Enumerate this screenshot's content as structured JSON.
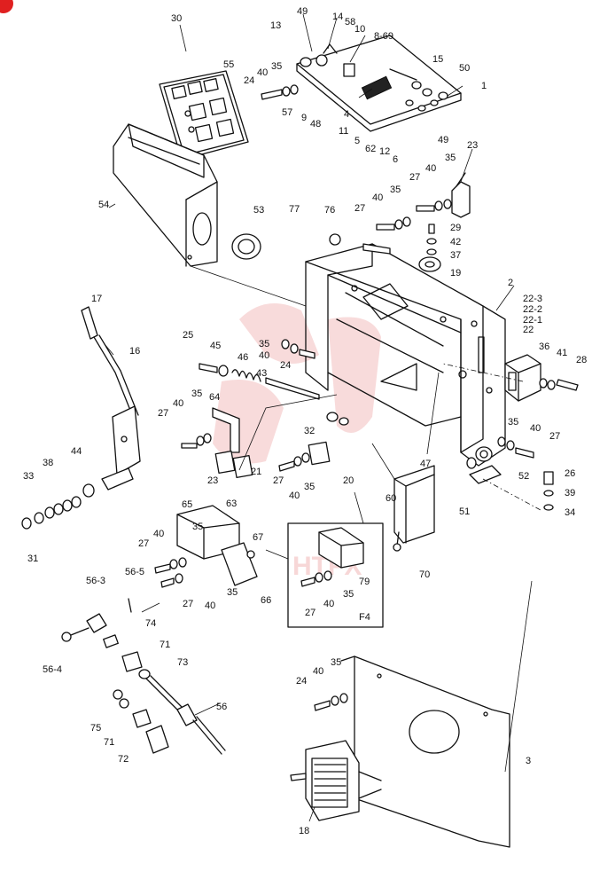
{
  "watermark": {
    "text": "HTFX",
    "color": "#f2b8b8"
  },
  "corner_badge": {
    "color": "#e02020"
  },
  "callouts": [
    "30",
    "49",
    "14",
    "58",
    "10",
    "8-69",
    "13",
    "55",
    "40",
    "35",
    "24",
    "57",
    "9",
    "48",
    "11",
    "4",
    "5",
    "62",
    "12",
    "6",
    "15",
    "50",
    "1",
    "49",
    "23",
    "27",
    "40",
    "35",
    "54",
    "53",
    "77",
    "76",
    "27",
    "40",
    "35",
    "29",
    "42",
    "37",
    "19",
    "2",
    "22-3",
    "22-2",
    "22-1",
    "22",
    "36",
    "41",
    "28",
    "17",
    "16",
    "25",
    "45",
    "46",
    "35",
    "40",
    "24",
    "43",
    "35",
    "64",
    "27",
    "40",
    "44",
    "38",
    "33",
    "31",
    "32",
    "47",
    "35",
    "40",
    "27",
    "52",
    "26",
    "39",
    "34",
    "51",
    "60",
    "70",
    "27",
    "40",
    "35",
    "20",
    "23",
    "21",
    "65",
    "63",
    "35",
    "67",
    "66",
    "27",
    "40",
    "27",
    "40",
    "35",
    "79",
    "27",
    "40",
    "35",
    "F4",
    "56-3",
    "56-5",
    "74",
    "56-4",
    "71",
    "73",
    "75",
    "71",
    "72",
    "56",
    "24",
    "40",
    "35",
    "3",
    "18"
  ],
  "box_label": "F4"
}
